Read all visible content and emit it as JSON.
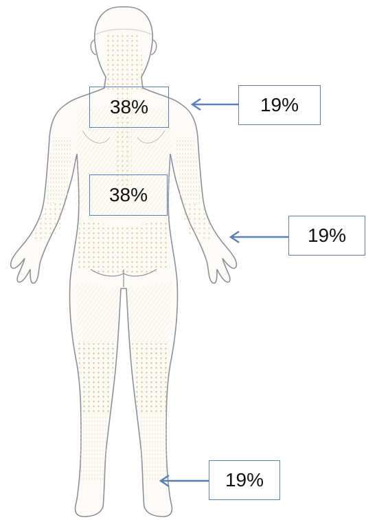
{
  "figure": {
    "accent_color": "#5b7fb5",
    "outline_color": "#8a8f99",
    "dot_color": "#d6b86a",
    "labels": {
      "upper_back": "38%",
      "lower_back": "38%",
      "shoulder_callout": "19%",
      "arm_callout": "19%",
      "foot_callout": "19%"
    }
  }
}
